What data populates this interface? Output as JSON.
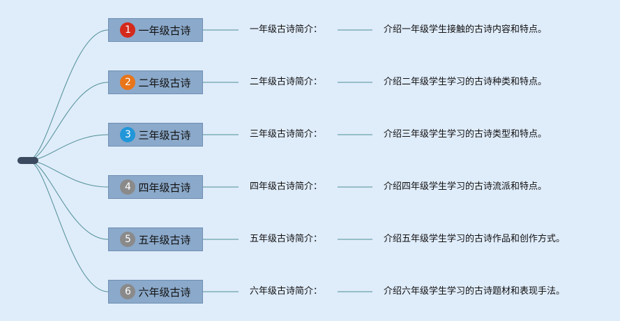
{
  "colors": {
    "background": "#dfecfa",
    "node_fill": "#8ba9ca",
    "connector": "#4e8f95",
    "root": "#3b4a5e"
  },
  "branches": [
    {
      "num": "1",
      "badge_color": "#d42a1c",
      "title": "一年级古诗",
      "intro": "一年级古诗简介：",
      "desc": "介绍一年级学生接触的古诗内容和特点。"
    },
    {
      "num": "2",
      "badge_color": "#e8751a",
      "title": "二年级古诗",
      "intro": "二年级古诗简介：",
      "desc": "介绍二年级学生学习的古诗种类和特点。"
    },
    {
      "num": "3",
      "badge_color": "#2196d9",
      "title": "三年级古诗",
      "intro": "三年级古诗简介：",
      "desc": "介绍三年级学生学习的古诗类型和特点。"
    },
    {
      "num": "4",
      "badge_color": "#8a8a8a",
      "title": "四年级古诗",
      "intro": "四年级古诗简介：",
      "desc": "介绍四年级学生学习的古诗流派和特点。"
    },
    {
      "num": "5",
      "badge_color": "#8a8a8a",
      "title": "五年级古诗",
      "intro": "五年级古诗简介：",
      "desc": "介绍五年级学生学习的古诗作品和创作方式。"
    },
    {
      "num": "6",
      "badge_color": "#8a8a8a",
      "title": "六年级古诗",
      "intro": "六年级古诗简介：",
      "desc": "介绍六年级学生学习的古诗题材和表现手法。"
    }
  ]
}
